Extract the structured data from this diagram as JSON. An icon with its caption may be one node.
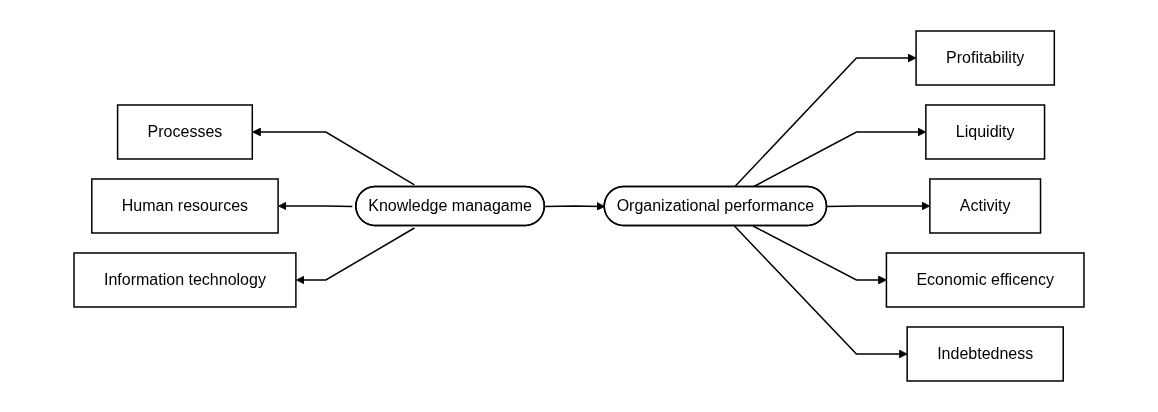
{
  "diagram": {
    "nodes": [
      {
        "text": [
          "Processes"
        ]
      },
      {
        "text": [
          "Human resources"
        ]
      },
      {
        "text": [
          "Information technology"
        ]
      },
      {
        "text": [
          "Knowledge managame"
        ]
      },
      {
        "text": [
          "Organizational performance"
        ]
      },
      {
        "text": [
          "Profitability"
        ]
      },
      {
        "text": [
          "Liquidity"
        ]
      },
      {
        "text": [
          "Activity"
        ]
      },
      {
        "text": [
          "Economic efficency"
        ]
      },
      {
        "text": [
          "Indebtedness"
        ]
      }
    ],
    "edges": [
      {
        "from": 3,
        "to": 0,
        "arrow": "to"
      },
      {
        "from": 3,
        "to": 1,
        "arrow": "to"
      },
      {
        "from": 3,
        "to": 2,
        "arrow": "to"
      },
      {
        "from": 3,
        "to": 4,
        "arrow": "to"
      },
      {
        "from": 4,
        "to": 5,
        "arrow": "to"
      },
      {
        "from": 4,
        "to": 6,
        "arrow": "to"
      },
      {
        "from": 4,
        "to": 7,
        "arrow": "to"
      },
      {
        "from": 4,
        "to": 8,
        "arrow": "to"
      },
      {
        "from": 4,
        "to": 9,
        "arrow": "to"
      }
    ]
  }
}
